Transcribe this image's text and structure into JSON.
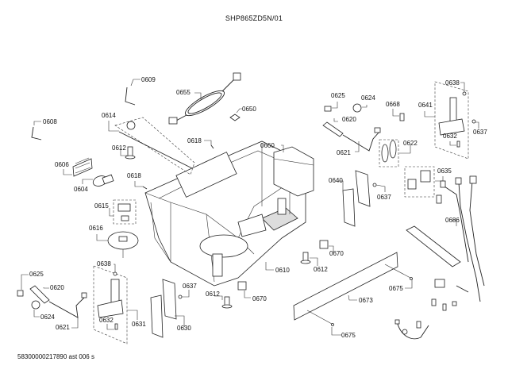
{
  "title": "SHP865ZD5N/01",
  "footer": "58300000217890 ast 006 s",
  "parts": [
    {
      "id": "p0609",
      "label": "0609"
    },
    {
      "id": "p0655",
      "label": "0655"
    },
    {
      "id": "p0650",
      "label": "0650"
    },
    {
      "id": "p0608",
      "label": "0608"
    },
    {
      "id": "p0614",
      "label": "0614"
    },
    {
      "id": "p0612a",
      "label": "0612"
    },
    {
      "id": "p0618a",
      "label": "0618"
    },
    {
      "id": "p0606",
      "label": "0606"
    },
    {
      "id": "p0604",
      "label": "0604"
    },
    {
      "id": "p0618b",
      "label": "0618"
    },
    {
      "id": "p0615",
      "label": "0615"
    },
    {
      "id": "p0616",
      "label": "0616"
    },
    {
      "id": "p0660",
      "label": "0660"
    },
    {
      "id": "p0625a",
      "label": "0625"
    },
    {
      "id": "p0624a",
      "label": "0624"
    },
    {
      "id": "p0668",
      "label": "0668"
    },
    {
      "id": "p0641",
      "label": "0641"
    },
    {
      "id": "p0638a",
      "label": "0638"
    },
    {
      "id": "p0637a",
      "label": "0637"
    },
    {
      "id": "p0632a",
      "label": "0632"
    },
    {
      "id": "p0620a",
      "label": "0620"
    },
    {
      "id": "p0621a",
      "label": "0621"
    },
    {
      "id": "p0622",
      "label": "0622"
    },
    {
      "id": "p0640",
      "label": "0640"
    },
    {
      "id": "p0637b",
      "label": "0637"
    },
    {
      "id": "p0635",
      "label": "0635"
    },
    {
      "id": "p0686",
      "label": "0686"
    },
    {
      "id": "p0670a",
      "label": "0670"
    },
    {
      "id": "p0612b",
      "label": "0612"
    },
    {
      "id": "p0610",
      "label": "0610"
    },
    {
      "id": "p0670b",
      "label": "0670"
    },
    {
      "id": "p0612c",
      "label": "0612"
    },
    {
      "id": "p0675a",
      "label": "0675"
    },
    {
      "id": "p0673",
      "label": "0673"
    },
    {
      "id": "p0675b",
      "label": "0675"
    },
    {
      "id": "p0625b",
      "label": "0625"
    },
    {
      "id": "p0620b",
      "label": "0620"
    },
    {
      "id": "p0624b",
      "label": "0624"
    },
    {
      "id": "p0621b",
      "label": "0621"
    },
    {
      "id": "p0638b",
      "label": "0638"
    },
    {
      "id": "p0632b",
      "label": "0632"
    },
    {
      "id": "p0631",
      "label": "0631"
    },
    {
      "id": "p0637c",
      "label": "0637"
    },
    {
      "id": "p0630",
      "label": "0630"
    }
  ]
}
